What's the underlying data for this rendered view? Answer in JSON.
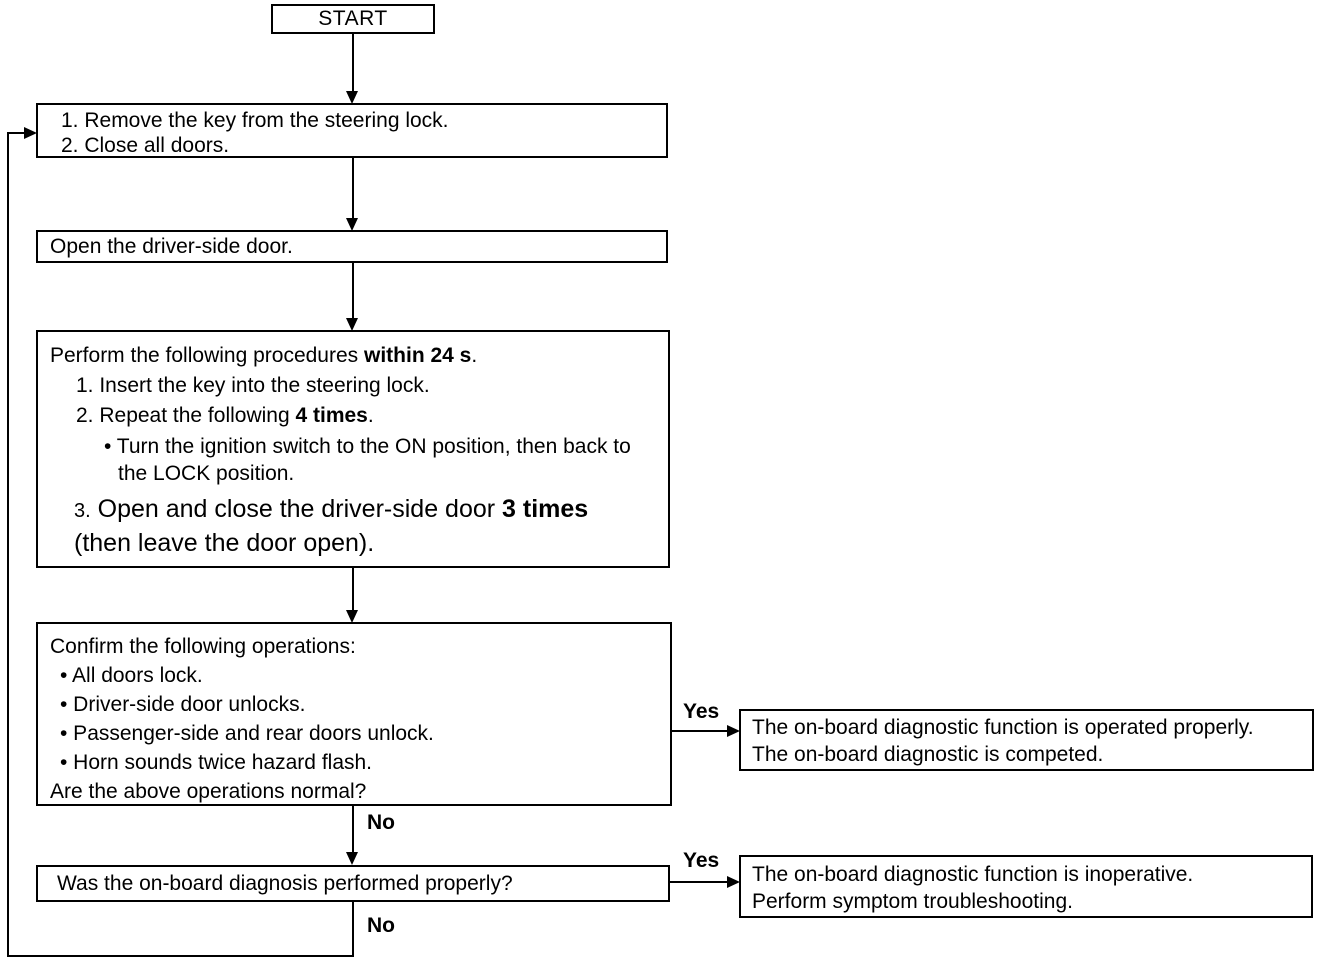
{
  "nodes": {
    "start": "START",
    "step1": {
      "line1": "1. Remove the key from the steering lock.",
      "line2": "2. Close all doors."
    },
    "step2": "Open the driver-side door.",
    "step3": {
      "l1_pre": "Perform the following procedures ",
      "l1_bold": "within 24 s",
      "l1_post": ".",
      "l2": "1. Insert the key into the steering lock.",
      "l3_pre": "2. Repeat the following ",
      "l3_bold": "4 times",
      "l3_post": ".",
      "l4": "• Turn the ignition switch to the ON position, then back to",
      "l5": "the LOCK position.",
      "l6_num": "3.",
      "l6_pre": " Open and close the driver-side door ",
      "l6_bold": "3 times",
      "l7": "(then leave the door open)."
    },
    "step4": {
      "l1": "Confirm the following operations:",
      "bullets": [
        "• All doors lock.",
        "• Driver-side door unlocks.",
        "• Passenger-side and rear doors unlock.",
        "• Horn sounds twice hazard flash."
      ],
      "l6": "Are the above operations normal?"
    },
    "result1": {
      "line1": "The on-board diagnostic function is operated properly.",
      "line2": "The on-board diagnostic is competed."
    },
    "step5": "Was the on-board diagnosis performed properly?",
    "result2": {
      "line1": "The on-board diagnostic function is inoperative.",
      "line2": "Perform symptom troubleshooting."
    }
  },
  "labels": {
    "yes1": "Yes",
    "no1": "No",
    "yes2": "Yes",
    "no2": "No"
  }
}
